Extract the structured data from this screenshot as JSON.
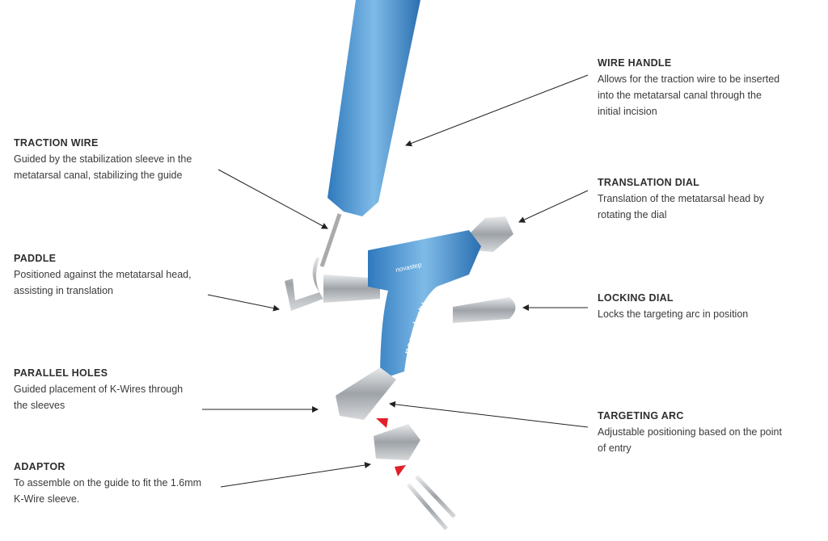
{
  "labels": {
    "wire_handle": {
      "title": "WIRE HANDLE",
      "lines": [
        "Allows for the traction wire to be inserted",
        "into the metatarsal canal through the",
        "initial incision"
      ]
    },
    "traction_wire": {
      "title": "TRACTION WIRE",
      "lines": [
        "Guided by the stabilization sleeve in the",
        "metatarsal canal, stabilizing the guide"
      ]
    },
    "translation_dial": {
      "title": "TRANSLATION DIAL",
      "lines": [
        "Translation of the metatarsal head by",
        "rotating the dial"
      ]
    },
    "paddle": {
      "title": "PADDLE",
      "lines": [
        "Positioned against the metatarsal head,",
        "assisting in translation"
      ]
    },
    "locking_dial": {
      "title": "LOCKING DIAL",
      "lines": [
        "Locks the targeting arc in position"
      ]
    },
    "parallel_holes": {
      "title": "PARALLEL HOLES",
      "lines": [
        "Guided placement of K-Wires through",
        "the sleeves"
      ]
    },
    "targeting_arc": {
      "title": "TARGETING ARC",
      "lines": [
        "Adjustable positioning based on the point",
        "of entry"
      ]
    },
    "adaptor": {
      "title": "ADAPTOR",
      "lines": [
        "To assemble on the guide to fit the 1.6mm",
        "K-Wire sleeve."
      ]
    }
  },
  "device": {
    "brand": "novastep",
    "product": "pecaplasty"
  },
  "colors": {
    "blue": "#3d8ccf",
    "steel": "#b8bcc0",
    "arrow_red": "#e0202a"
  }
}
